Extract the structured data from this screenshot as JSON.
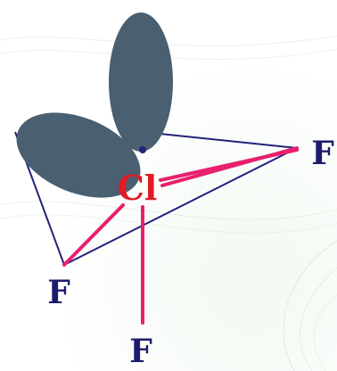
{
  "molecule": {
    "central_atom": "Cl",
    "ligands": [
      "F",
      "F",
      "F"
    ]
  },
  "colors": {
    "lone_pair_fill": "#4a5f70",
    "bond": "#e8206e",
    "outline": "#23237a",
    "central_label": "#e01a28",
    "ligand_label": "#1c1c6e",
    "background_swirl": "#d8ecd8"
  },
  "icons": {
    "lone_pair": "lone-pair-lobe",
    "nucleus": "dot"
  }
}
